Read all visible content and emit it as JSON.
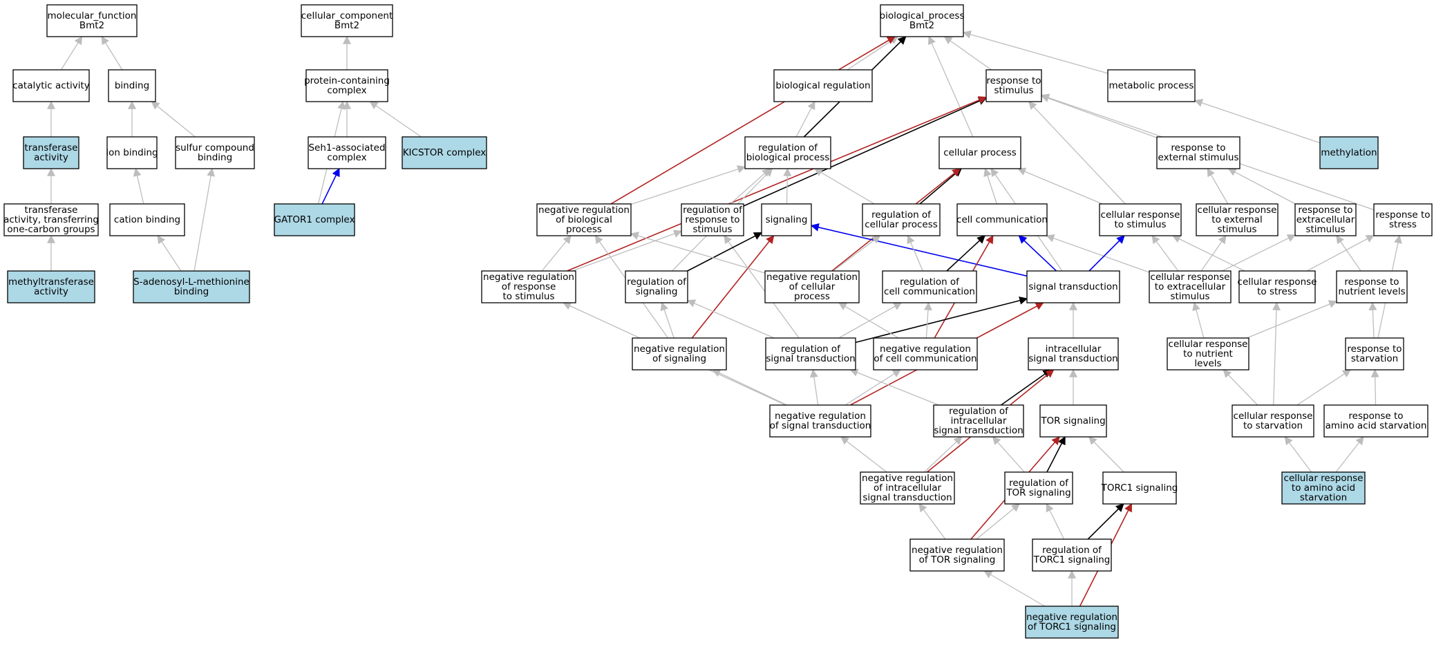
{
  "colors": {
    "highlight": "#add8e6",
    "plain": "#ffffff",
    "is_a": "#bdbdbd",
    "part_of": "#000000",
    "negatively_regulates": "#b22222",
    "positively_regulates": "#0000ee"
  },
  "nodes": [
    {
      "id": "mf",
      "lines": [
        "molecular_function",
        "Bmt2"
      ],
      "highlight": false
    },
    {
      "id": "catalytic",
      "lines": [
        "catalytic activity"
      ],
      "highlight": false
    },
    {
      "id": "binding",
      "lines": [
        "binding"
      ],
      "highlight": false
    },
    {
      "id": "transferase",
      "lines": [
        "transferase",
        "activity"
      ],
      "highlight": true
    },
    {
      "id": "ion_binding",
      "lines": [
        "ion binding"
      ],
      "highlight": false
    },
    {
      "id": "sulfur",
      "lines": [
        "sulfur compound",
        "binding"
      ],
      "highlight": false
    },
    {
      "id": "transferase_one_carbon",
      "lines": [
        "transferase",
        "activity, transferring",
        "one-carbon groups"
      ],
      "highlight": false
    },
    {
      "id": "cation_binding",
      "lines": [
        "cation binding"
      ],
      "highlight": false
    },
    {
      "id": "methyltransferase",
      "lines": [
        "methyltransferase",
        "activity"
      ],
      "highlight": true
    },
    {
      "id": "sam_binding",
      "lines": [
        "S-adenosyl-L-methionine",
        "binding"
      ],
      "highlight": true
    },
    {
      "id": "cc",
      "lines": [
        "cellular_component",
        "Bmt2"
      ],
      "highlight": false
    },
    {
      "id": "protein_complex",
      "lines": [
        "protein-containing",
        "complex"
      ],
      "highlight": false
    },
    {
      "id": "seh1",
      "lines": [
        "Seh1-associated",
        "complex"
      ],
      "highlight": false
    },
    {
      "id": "kicstor",
      "lines": [
        "KICSTOR complex"
      ],
      "highlight": true
    },
    {
      "id": "gator1",
      "lines": [
        "GATOR1 complex"
      ],
      "highlight": true
    },
    {
      "id": "bp",
      "lines": [
        "biological_process",
        "Bmt2"
      ],
      "highlight": false
    },
    {
      "id": "bio_reg",
      "lines": [
        "biological regulation"
      ],
      "highlight": false
    },
    {
      "id": "resp_stim",
      "lines": [
        "response to",
        "stimulus"
      ],
      "highlight": false
    },
    {
      "id": "metabolic",
      "lines": [
        "metabolic process"
      ],
      "highlight": false
    },
    {
      "id": "reg_bp",
      "lines": [
        "regulation of",
        "biological process"
      ],
      "highlight": false
    },
    {
      "id": "cell_proc",
      "lines": [
        "cellular process"
      ],
      "highlight": false
    },
    {
      "id": "resp_ext_stim",
      "lines": [
        "response to",
        "external stimulus"
      ],
      "highlight": false
    },
    {
      "id": "methylation",
      "lines": [
        "methylation"
      ],
      "highlight": true
    },
    {
      "id": "neg_reg_bp",
      "lines": [
        "negative regulation",
        "of biological",
        "process"
      ],
      "highlight": false
    },
    {
      "id": "reg_resp_stim",
      "lines": [
        "regulation of",
        "response to",
        "stimulus"
      ],
      "highlight": false
    },
    {
      "id": "signaling",
      "lines": [
        "signaling"
      ],
      "highlight": false
    },
    {
      "id": "reg_cell_proc",
      "lines": [
        "regulation of",
        "cellular process"
      ],
      "highlight": false
    },
    {
      "id": "cell_comm",
      "lines": [
        "cell communication"
      ],
      "highlight": false
    },
    {
      "id": "cell_resp_stim",
      "lines": [
        "cellular response",
        "to stimulus"
      ],
      "highlight": false
    },
    {
      "id": "cell_resp_ext_stim",
      "lines": [
        "cellular response",
        "to external",
        "stimulus"
      ],
      "highlight": false
    },
    {
      "id": "resp_extracell_stim",
      "lines": [
        "response to",
        "extracellular",
        "stimulus"
      ],
      "highlight": false
    },
    {
      "id": "resp_stress",
      "lines": [
        "response to",
        "stress"
      ],
      "highlight": false
    },
    {
      "id": "neg_reg_resp_stim",
      "lines": [
        "negative regulation",
        "of response",
        "to stimulus"
      ],
      "highlight": false
    },
    {
      "id": "reg_signaling",
      "lines": [
        "regulation of",
        "signaling"
      ],
      "highlight": false
    },
    {
      "id": "neg_reg_cell_proc",
      "lines": [
        "negative regulation",
        "of cellular",
        "process"
      ],
      "highlight": false
    },
    {
      "id": "reg_cell_comm",
      "lines": [
        "regulation of",
        "cell communication"
      ],
      "highlight": false
    },
    {
      "id": "sig_trans",
      "lines": [
        "signal transduction"
      ],
      "highlight": false
    },
    {
      "id": "cell_resp_extracell_stim",
      "lines": [
        "cellular response",
        "to extracellular",
        "stimulus"
      ],
      "highlight": false
    },
    {
      "id": "cell_resp_stress",
      "lines": [
        "cellular response",
        "to stress"
      ],
      "highlight": false
    },
    {
      "id": "resp_nutrient",
      "lines": [
        "response to",
        "nutrient levels"
      ],
      "highlight": false
    },
    {
      "id": "neg_reg_signaling",
      "lines": [
        "negative regulation",
        "of signaling"
      ],
      "highlight": false
    },
    {
      "id": "reg_sig_trans",
      "lines": [
        "regulation of",
        "signal transduction"
      ],
      "highlight": false
    },
    {
      "id": "neg_reg_cell_comm",
      "lines": [
        "negative regulation",
        "of cell communication"
      ],
      "highlight": false
    },
    {
      "id": "intracell_sig_trans",
      "lines": [
        "intracellular",
        "signal transduction"
      ],
      "highlight": false
    },
    {
      "id": "cell_resp_nutrient",
      "lines": [
        "cellular response",
        "to nutrient",
        "levels"
      ],
      "highlight": false
    },
    {
      "id": "resp_starvation",
      "lines": [
        "response to",
        "starvation"
      ],
      "highlight": false
    },
    {
      "id": "neg_reg_sig_trans",
      "lines": [
        "negative regulation",
        "of signal transduction"
      ],
      "highlight": false
    },
    {
      "id": "reg_intracell_sig_trans",
      "lines": [
        "regulation of",
        "intracellular",
        "signal transduction"
      ],
      "highlight": false
    },
    {
      "id": "tor_signaling",
      "lines": [
        "TOR signaling"
      ],
      "highlight": false
    },
    {
      "id": "cell_resp_starvation",
      "lines": [
        "cellular response",
        "to starvation"
      ],
      "highlight": false
    },
    {
      "id": "resp_aa_starvation",
      "lines": [
        "response to",
        "amino acid starvation"
      ],
      "highlight": false
    },
    {
      "id": "neg_reg_intracell_sig_trans",
      "lines": [
        "negative regulation",
        "of intracellular",
        "signal transduction"
      ],
      "highlight": false
    },
    {
      "id": "reg_tor_signaling",
      "lines": [
        "regulation of",
        "TOR signaling"
      ],
      "highlight": false
    },
    {
      "id": "torc1_signaling",
      "lines": [
        "TORC1 signaling"
      ],
      "highlight": false
    },
    {
      "id": "cell_resp_aa_starvation",
      "lines": [
        "cellular response",
        "to amino acid",
        "starvation"
      ],
      "highlight": true
    },
    {
      "id": "neg_reg_tor_signaling",
      "lines": [
        "negative regulation",
        "of TOR signaling"
      ],
      "highlight": false
    },
    {
      "id": "reg_torc1_signaling",
      "lines": [
        "regulation of",
        "TORC1 signaling"
      ],
      "highlight": false
    },
    {
      "id": "neg_reg_torc1_signaling",
      "lines": [
        "negative regulation",
        "of TORC1 signaling"
      ],
      "highlight": true
    }
  ],
  "edges": [
    {
      "from": "catalytic",
      "to": "mf",
      "type": "is_a"
    },
    {
      "from": "binding",
      "to": "mf",
      "type": "is_a"
    },
    {
      "from": "transferase",
      "to": "catalytic",
      "type": "is_a"
    },
    {
      "from": "ion_binding",
      "to": "binding",
      "type": "is_a"
    },
    {
      "from": "sulfur",
      "to": "binding",
      "type": "is_a"
    },
    {
      "from": "transferase_one_carbon",
      "to": "transferase",
      "type": "is_a"
    },
    {
      "from": "cation_binding",
      "to": "ion_binding",
      "type": "is_a"
    },
    {
      "from": "methyltransferase",
      "to": "transferase_one_carbon",
      "type": "is_a"
    },
    {
      "from": "sam_binding",
      "to": "cation_binding",
      "type": "is_a"
    },
    {
      "from": "sam_binding",
      "to": "sulfur",
      "type": "is_a"
    },
    {
      "from": "protein_complex",
      "to": "cc",
      "type": "is_a"
    },
    {
      "from": "seh1",
      "to": "protein_complex",
      "type": "is_a"
    },
    {
      "from": "kicstor",
      "to": "protein_complex",
      "type": "is_a"
    },
    {
      "from": "gator1",
      "to": "protein_complex",
      "type": "is_a"
    },
    {
      "from": "gator1",
      "to": "seh1",
      "type": "positively_regulates"
    },
    {
      "from": "bio_reg",
      "to": "bp",
      "type": "is_a"
    },
    {
      "from": "resp_stim",
      "to": "bp",
      "type": "is_a"
    },
    {
      "from": "metabolic",
      "to": "bp",
      "type": "is_a"
    },
    {
      "from": "reg_bp",
      "to": "bp",
      "type": "part_of"
    },
    {
      "from": "reg_bp",
      "to": "bio_reg",
      "type": "is_a"
    },
    {
      "from": "cell_proc",
      "to": "bp",
      "type": "is_a"
    },
    {
      "from": "neg_reg_bp",
      "to": "bp",
      "type": "negatively_regulates"
    },
    {
      "from": "methylation",
      "to": "metabolic",
      "type": "is_a"
    },
    {
      "from": "resp_ext_stim",
      "to": "resp_stim",
      "type": "is_a"
    },
    {
      "from": "resp_stress",
      "to": "resp_stim",
      "type": "is_a"
    },
    {
      "from": "cell_resp_stim",
      "to": "resp_stim",
      "type": "is_a"
    },
    {
      "from": "reg_resp_stim",
      "to": "resp_stim",
      "type": "part_of"
    },
    {
      "from": "neg_reg_resp_stim",
      "to": "resp_stim",
      "type": "negatively_regulates"
    },
    {
      "from": "neg_reg_bp",
      "to": "reg_bp",
      "type": "is_a"
    },
    {
      "from": "reg_resp_stim",
      "to": "reg_bp",
      "type": "is_a"
    },
    {
      "from": "reg_cell_proc",
      "to": "reg_bp",
      "type": "is_a"
    },
    {
      "from": "signaling",
      "to": "reg_bp",
      "type": "is_a"
    },
    {
      "from": "reg_signaling",
      "to": "reg_bp",
      "type": "is_a"
    },
    {
      "from": "reg_cell_proc",
      "to": "cell_proc",
      "type": "part_of"
    },
    {
      "from": "cell_comm",
      "to": "cell_proc",
      "type": "is_a"
    },
    {
      "from": "cell_resp_stim",
      "to": "cell_proc",
      "type": "is_a"
    },
    {
      "from": "sig_trans",
      "to": "cell_proc",
      "type": "is_a"
    },
    {
      "from": "neg_reg_cell_proc",
      "to": "cell_proc",
      "type": "negatively_regulates"
    },
    {
      "from": "cell_resp_ext_stim",
      "to": "resp_ext_stim",
      "type": "is_a"
    },
    {
      "from": "resp_extracell_stim",
      "to": "resp_ext_stim",
      "type": "is_a"
    },
    {
      "from": "neg_reg_resp_stim",
      "to": "neg_reg_bp",
      "type": "is_a"
    },
    {
      "from": "neg_reg_signaling",
      "to": "neg_reg_bp",
      "type": "is_a"
    },
    {
      "from": "neg_reg_resp_stim",
      "to": "reg_resp_stim",
      "type": "is_a"
    },
    {
      "from": "reg_sig_trans",
      "to": "reg_resp_stim",
      "type": "is_a"
    },
    {
      "from": "reg_signaling",
      "to": "signaling",
      "type": "part_of"
    },
    {
      "from": "neg_reg_signaling",
      "to": "signaling",
      "type": "negatively_regulates"
    },
    {
      "from": "sig_trans",
      "to": "signaling",
      "type": "positively_regulates"
    },
    {
      "from": "neg_reg_cell_proc",
      "to": "reg_cell_proc",
      "type": "is_a"
    },
    {
      "from": "reg_cell_comm",
      "to": "reg_cell_proc",
      "type": "is_a"
    },
    {
      "from": "neg_reg_cell_proc",
      "to": "neg_reg_bp",
      "type": "is_a"
    },
    {
      "from": "reg_cell_comm",
      "to": "cell_comm",
      "type": "part_of"
    },
    {
      "from": "neg_reg_cell_comm",
      "to": "cell_comm",
      "type": "negatively_regulates"
    },
    {
      "from": "sig_trans",
      "to": "cell_comm",
      "type": "positively_regulates"
    },
    {
      "from": "cell_resp_extracell_stim",
      "to": "cell_comm",
      "type": "is_a"
    },
    {
      "from": "sig_trans",
      "to": "cell_resp_stim",
      "type": "positively_regulates"
    },
    {
      "from": "cell_resp_extracell_stim",
      "to": "cell_resp_stim",
      "type": "is_a"
    },
    {
      "from": "cell_resp_stress",
      "to": "cell_resp_stim",
      "type": "is_a"
    },
    {
      "from": "cell_resp_extracell_stim",
      "to": "cell_resp_ext_stim",
      "type": "is_a"
    },
    {
      "from": "cell_resp_extracell_stim",
      "to": "resp_extracell_stim",
      "type": "is_a"
    },
    {
      "from": "resp_nutrient",
      "to": "resp_extracell_stim",
      "type": "is_a"
    },
    {
      "from": "cell_resp_stress",
      "to": "resp_stress",
      "type": "is_a"
    },
    {
      "from": "resp_starvation",
      "to": "resp_stress",
      "type": "is_a"
    },
    {
      "from": "reg_sig_trans",
      "to": "reg_signaling",
      "type": "is_a"
    },
    {
      "from": "neg_reg_signaling",
      "to": "reg_signaling",
      "type": "is_a"
    },
    {
      "from": "reg_sig_trans",
      "to": "sig_trans",
      "type": "part_of"
    },
    {
      "from": "neg_reg_sig_trans",
      "to": "sig_trans",
      "type": "negatively_regulates"
    },
    {
      "from": "intracell_sig_trans",
      "to": "sig_trans",
      "type": "is_a"
    },
    {
      "from": "reg_sig_trans",
      "to": "reg_cell_comm",
      "type": "is_a"
    },
    {
      "from": "neg_reg_cell_comm",
      "to": "reg_cell_comm",
      "type": "is_a"
    },
    {
      "from": "neg_reg_cell_comm",
      "to": "neg_reg_cell_proc",
      "type": "is_a"
    },
    {
      "from": "cell_resp_nutrient",
      "to": "cell_resp_extracell_stim",
      "type": "is_a"
    },
    {
      "from": "cell_resp_nutrient",
      "to": "resp_nutrient",
      "type": "is_a"
    },
    {
      "from": "resp_starvation",
      "to": "resp_nutrient",
      "type": "is_a"
    },
    {
      "from": "neg_reg_sig_trans",
      "to": "neg_reg_resp_stim",
      "type": "is_a"
    },
    {
      "from": "neg_reg_sig_trans",
      "to": "neg_reg_signaling",
      "type": "is_a"
    },
    {
      "from": "neg_reg_sig_trans",
      "to": "reg_sig_trans",
      "type": "is_a"
    },
    {
      "from": "neg_reg_sig_trans",
      "to": "neg_reg_cell_comm",
      "type": "is_a"
    },
    {
      "from": "reg_intracell_sig_trans",
      "to": "reg_sig_trans",
      "type": "is_a"
    },
    {
      "from": "reg_intracell_sig_trans",
      "to": "intracell_sig_trans",
      "type": "part_of"
    },
    {
      "from": "neg_reg_intracell_sig_trans",
      "to": "intracell_sig_trans",
      "type": "negatively_regulates"
    },
    {
      "from": "tor_signaling",
      "to": "intracell_sig_trans",
      "type": "is_a"
    },
    {
      "from": "cell_resp_starvation",
      "to": "cell_resp_stress",
      "type": "is_a"
    },
    {
      "from": "cell_resp_starvation",
      "to": "cell_resp_nutrient",
      "type": "is_a"
    },
    {
      "from": "cell_resp_starvation",
      "to": "resp_starvation",
      "type": "is_a"
    },
    {
      "from": "resp_aa_starvation",
      "to": "resp_starvation",
      "type": "is_a"
    },
    {
      "from": "neg_reg_intracell_sig_trans",
      "to": "neg_reg_sig_trans",
      "type": "is_a"
    },
    {
      "from": "neg_reg_intracell_sig_trans",
      "to": "reg_intracell_sig_trans",
      "type": "is_a"
    },
    {
      "from": "reg_tor_signaling",
      "to": "reg_intracell_sig_trans",
      "type": "is_a"
    },
    {
      "from": "reg_tor_signaling",
      "to": "tor_signaling",
      "type": "part_of"
    },
    {
      "from": "neg_reg_tor_signaling",
      "to": "tor_signaling",
      "type": "negatively_regulates"
    },
    {
      "from": "torc1_signaling",
      "to": "tor_signaling",
      "type": "is_a"
    },
    {
      "from": "cell_resp_aa_starvation",
      "to": "cell_resp_starvation",
      "type": "is_a"
    },
    {
      "from": "cell_resp_aa_starvation",
      "to": "resp_aa_starvation",
      "type": "is_a"
    },
    {
      "from": "neg_reg_tor_signaling",
      "to": "neg_reg_intracell_sig_trans",
      "type": "is_a"
    },
    {
      "from": "neg_reg_tor_signaling",
      "to": "reg_tor_signaling",
      "type": "is_a"
    },
    {
      "from": "reg_torc1_signaling",
      "to": "reg_tor_signaling",
      "type": "is_a"
    },
    {
      "from": "reg_torc1_signaling",
      "to": "torc1_signaling",
      "type": "part_of"
    },
    {
      "from": "neg_reg_torc1_signaling",
      "to": "torc1_signaling",
      "type": "negatively_regulates"
    },
    {
      "from": "neg_reg_torc1_signaling",
      "to": "neg_reg_tor_signaling",
      "type": "is_a"
    },
    {
      "from": "neg_reg_torc1_signaling",
      "to": "reg_torc1_signaling",
      "type": "is_a"
    }
  ]
}
